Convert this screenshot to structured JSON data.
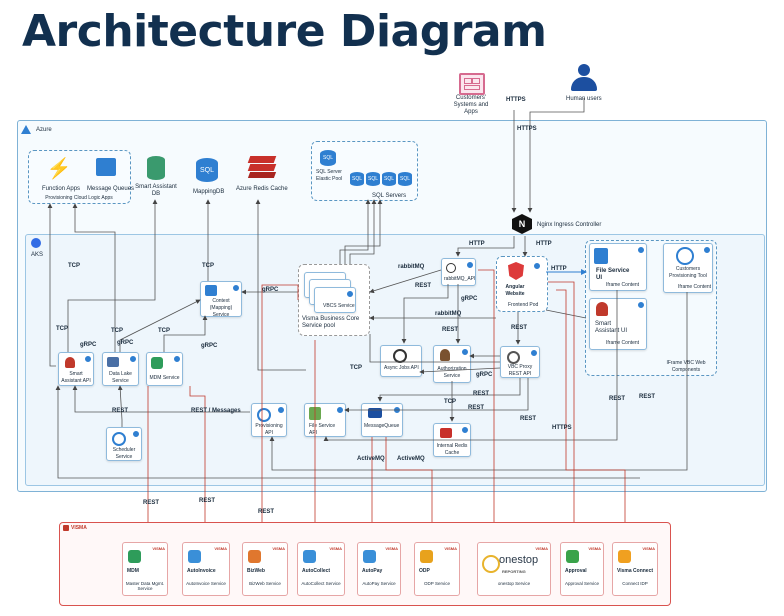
{
  "title": "Architecture Diagram",
  "external": {
    "customers": "Customers' Systems and Apps",
    "human_users": "Human users",
    "nginx": "Nginx Ingress Controller"
  },
  "regions": {
    "azure": "Azure",
    "aks": "AKS",
    "provisioning_group": "Provisioning Cloud Logic Apps",
    "sql_servers": "SQL Servers",
    "iframe_group": "IFrame VBC Web Components",
    "business_pool": "Visma Business Core Service pool",
    "frontend_pod": "Frontend Pod"
  },
  "azure_nodes": {
    "function_apps": "Function Apps",
    "message_queues": "Message Queues",
    "smart_assistant_db": "Smart Assistant DB",
    "mapping_db": "MappingDB",
    "redis": "Azure Redis Cache",
    "sql_elastic": "SQL Server Elastic Pool",
    "sql_icon": "SQL"
  },
  "aks_nodes": {
    "context_service": "Context (Mapping) Service",
    "vbcs_service": "VBCS Service",
    "rabbitmq_api": "rabbitMQ_API",
    "angular": "Angular Website",
    "file_service_ui": "File Service UI",
    "file_service_ui_note": "Iframe Content",
    "smart_assistant_ui": "Smart Assistant UI",
    "smart_assistant_ui_note": "Iframe Content",
    "customer_tool": "Customers Provisioning Tool",
    "customer_tool_note": "Iframe Content",
    "smart_assistant_api": "Smart Assistant API",
    "data_lake": "Data Lake Service",
    "mdm_service": "MDM Service",
    "async_jobs": "Async Jobs API",
    "authorization": "Authorization Service",
    "vbc_proxy": "VBC Proxy REST API",
    "provisioning_api": "Provisioning API",
    "file_service_api": "File Service API",
    "message_queue": "MessageQueue",
    "internal_redis": "Internal Redis Cache",
    "scheduler": "Scheduler Service"
  },
  "connections": {
    "https": "HTTPS",
    "http": "HTTP",
    "tcp": "TCP",
    "grpc": "gRPC",
    "rest": "REST",
    "rabbitmq": "rabbitMQ",
    "rest_messages": "REST / Messages",
    "activemq": "ActiveMQ"
  },
  "visma": {
    "brand": "VISMA",
    "tag": "VISMA",
    "services": [
      {
        "name": "MDM",
        "desc": "Master Data Mgmt. Service",
        "color": "#2e9c5a"
      },
      {
        "name": "AutoInvoice",
        "desc": "AutoInvoice Service",
        "color": "#3a8fd8"
      },
      {
        "name": "BizWeb",
        "desc": "BizWeb Service",
        "color": "#e0772e"
      },
      {
        "name": "AutoCollect",
        "desc": "AutoCollect Service",
        "color": "#3a8fd8"
      },
      {
        "name": "AutoPay",
        "desc": "AutoPay Service",
        "color": "#3a8fd8"
      },
      {
        "name": "ODP",
        "desc": "ODP Service",
        "color": "#e8a21c"
      },
      {
        "name": "onestop",
        "desc": "onestop Service",
        "color": "#e8b32c"
      },
      {
        "name": "Approval",
        "desc": "Approval Service",
        "color": "#3aa34a"
      },
      {
        "name": "Visma Connect",
        "desc": "Connect IDP",
        "color": "#f0a020"
      }
    ],
    "onestop_logo_main": "onestop",
    "onestop_logo_sub": "REPORTING"
  },
  "colors": {
    "title": "#12304f",
    "azure_border": "#7fb2d6",
    "visma_red": "#c0392b",
    "line": "#555555",
    "accent_blue": "#2f7fd1"
  }
}
